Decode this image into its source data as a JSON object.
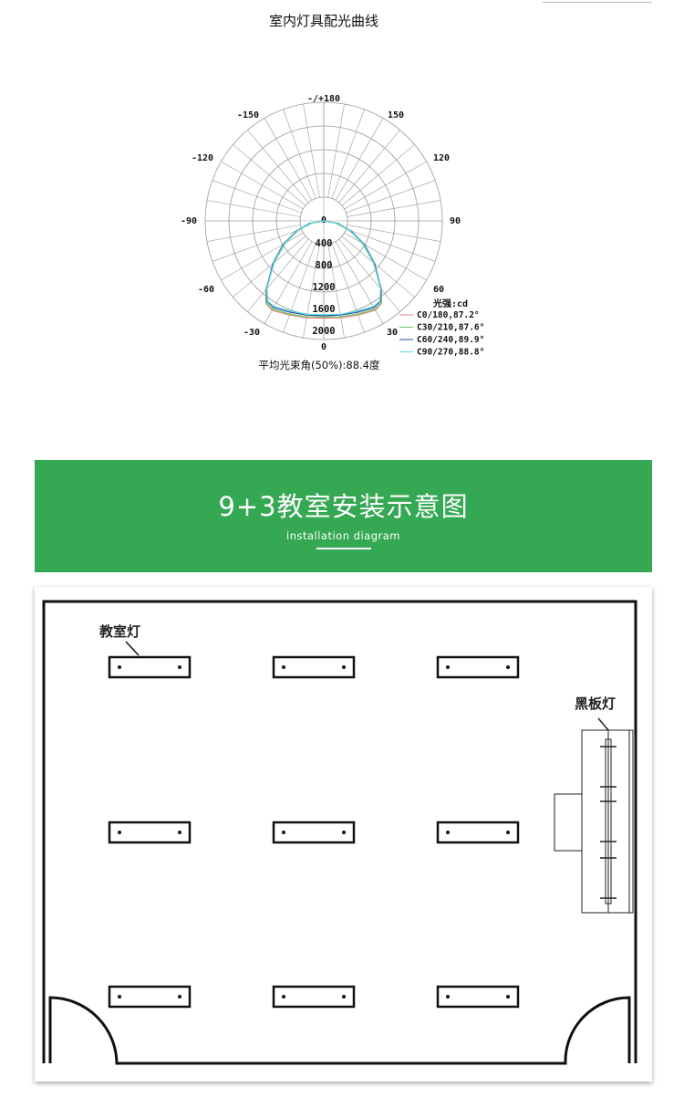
{
  "header": {
    "title": "室内灯具配光曲线"
  },
  "chart_data": {
    "type": "polar",
    "title": "室内灯具配光曲线",
    "angle_labels": {
      "top": "-/+180",
      "left_150": "-150",
      "right_150": "150",
      "left_120": "-120",
      "right_120": "120",
      "left_90": "-90",
      "right_90": "90",
      "left_60": "-60",
      "right_60": "60",
      "left_30": "-30",
      "right_30": "30",
      "bottom": "0"
    },
    "radial_ticks": [
      "0",
      "400",
      "800",
      "1200",
      "1600",
      "2000"
    ],
    "radial_max": 2000,
    "unit_label": "光强:cd",
    "beam_angle_label": "平均光束角(50%):88.4度",
    "angles_deg": [
      0,
      10,
      20,
      30,
      35,
      40,
      50,
      60,
      70,
      80,
      90
    ],
    "series": [
      {
        "name": "C0/180,87.2°",
        "color": "#e88080",
        "values": [
          1640,
          1660,
          1690,
          1740,
          1700,
          1520,
          1100,
          760,
          460,
          210,
          0
        ]
      },
      {
        "name": "C30/210,87.6°",
        "color": "#66cc66",
        "values": [
          1620,
          1640,
          1670,
          1720,
          1690,
          1510,
          1090,
          750,
          450,
          200,
          0
        ]
      },
      {
        "name": "C60/240,89.9°",
        "color": "#3344aa",
        "values": [
          1600,
          1610,
          1640,
          1690,
          1660,
          1500,
          1120,
          790,
          490,
          240,
          0
        ]
      },
      {
        "name": "C90/270,88.8°",
        "color": "#55dddd",
        "values": [
          1580,
          1600,
          1620,
          1670,
          1650,
          1490,
          1100,
          770,
          470,
          220,
          0
        ]
      }
    ]
  },
  "banner": {
    "title": "9+3教室安装示意图",
    "subtitle": "installation diagram",
    "color": "#34a853"
  },
  "diagram": {
    "classroom_light_label": "教室灯",
    "blackboard_light_label": "黑板灯",
    "classroom_light_grid": [
      3,
      3
    ]
  }
}
